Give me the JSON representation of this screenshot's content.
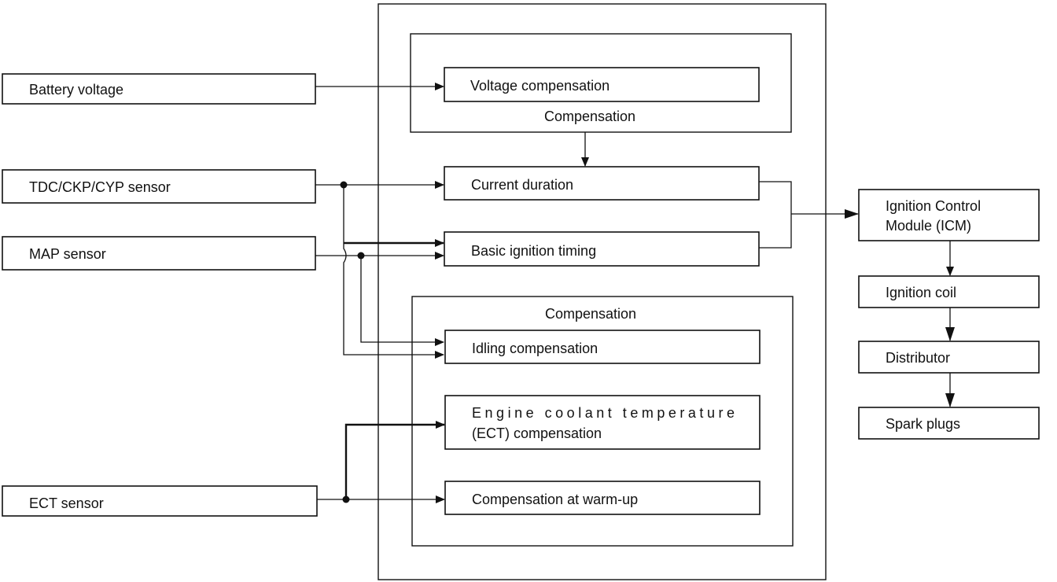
{
  "inputs": {
    "battery_voltage": "Battery voltage",
    "tdc_sensor": "TDC/CKP/CYP sensor",
    "map_sensor": "MAP sensor",
    "ect_sensor": "ECT sensor"
  },
  "ecu": {
    "top_group": {
      "label": "Compensation",
      "voltage_compensation": "Voltage compensation"
    },
    "current_duration": "Current duration",
    "basic_ignition_timing": "Basic ignition timing",
    "bottom_group": {
      "label": "Compensation",
      "idling_compensation": "Idling compensation",
      "ect_compensation_line1": "Engine coolant temperature",
      "ect_compensation_line2": "(ECT) compensation",
      "warmup_compensation": "Compensation at warm-up"
    }
  },
  "outputs": {
    "icm_line1": "Ignition Control",
    "icm_line2": "Module (ICM)",
    "ignition_coil": "Ignition coil",
    "distributor": "Distributor",
    "spark_plugs": "Spark plugs"
  }
}
